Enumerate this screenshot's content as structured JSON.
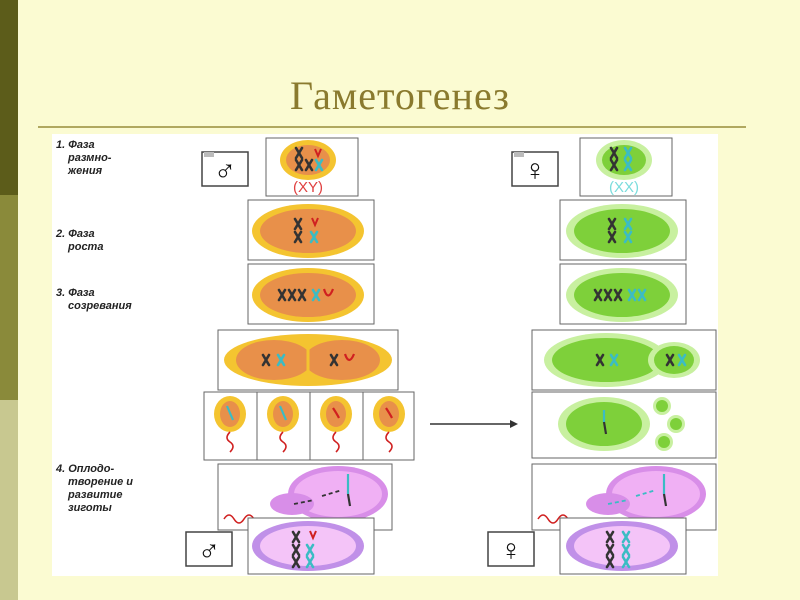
{
  "title": "Гаметогенез",
  "diagram": {
    "phases": [
      {
        "label_lines": [
          "1. Фаза",
          "размно-",
          "жения"
        ]
      },
      {
        "label_lines": [
          "2. Фаза",
          "роста"
        ]
      },
      {
        "label_lines": [
          "3. Фаза",
          "созревания"
        ]
      },
      {
        "label_lines": [
          "4. Оплодо-",
          "творение и",
          "развитие",
          "зиготы"
        ]
      }
    ],
    "male_symbol": "♂",
    "female_symbol": "♀",
    "male_karyotype": "(XY)",
    "female_karyotype": "(XX)"
  },
  "colors": {
    "male_outer": "#f4c430",
    "male_inner": "#e8904a",
    "female_outer": "#c8f0a0",
    "female_inner": "#7ed03a",
    "zygote": "#d88ee8",
    "chromosome_dark": "#333333",
    "chromosome_teal": "#3bbcc4",
    "chromosome_red": "#d02020"
  }
}
